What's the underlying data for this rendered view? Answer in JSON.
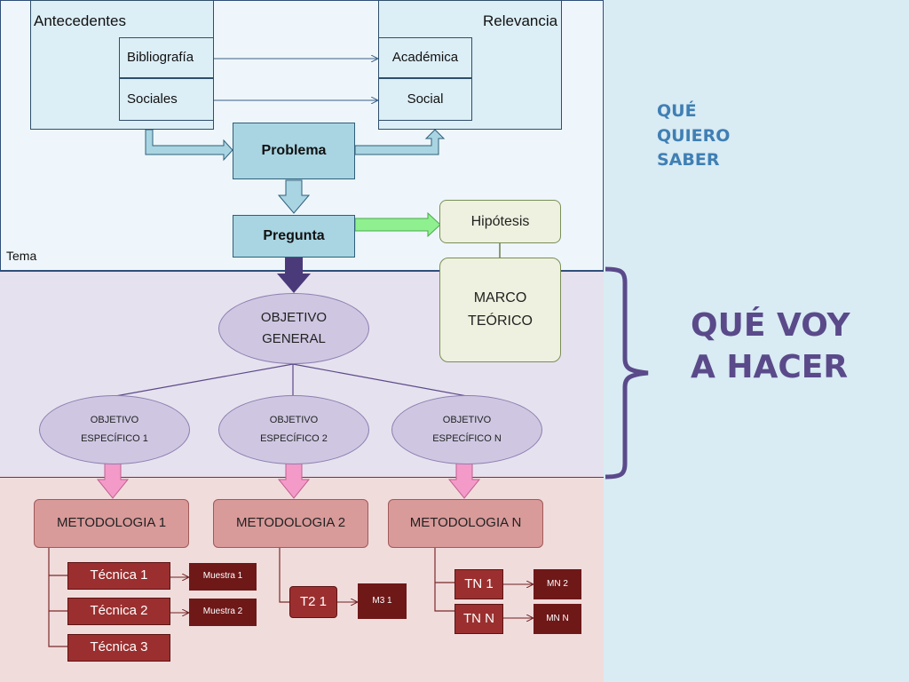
{
  "diagram": {
    "tema": "Tema",
    "antecedentes": {
      "title": "Antecedentes",
      "items": [
        "Bibliografía",
        "Sociales"
      ]
    },
    "relevancia": {
      "title": "Relevancia",
      "items": [
        "Académica",
        "Social"
      ]
    },
    "problema": "Problema",
    "pregunta": "Pregunta",
    "hipotesis": "Hipótesis",
    "marco_teorico": "MARCO TEÓRICO",
    "objetivo_general": "OBJETIVO GENERAL",
    "objetivos_especificos": [
      "OBJETIVO ESPECÍFICO 1",
      "OBJETIVO ESPECÍFICO 2",
      "OBJETIVO ESPECÍFICO N"
    ],
    "metodologias": [
      "METODOLOGIA 1",
      "METODOLOGIA 2",
      "METODOLOGIA N"
    ],
    "tecnicas_1": [
      "Técnica 1",
      "Técnica 2",
      "Técnica 3"
    ],
    "muestras_1": [
      "Muestra 1",
      "Muestra 2"
    ],
    "tecnica_2": "T2 1",
    "muestra_2": "M3 1",
    "tecnicas_n": [
      "TN 1",
      "TN N"
    ],
    "muestras_n": [
      "MN 2",
      "MN N"
    ]
  },
  "side_labels": {
    "que_quiero_saber": "QUÉ QUIERO SABER",
    "que_voy_a_hacer": "QUÉ VOY A HACER"
  },
  "colors": {
    "top_band": "#eef6fb",
    "middle_band": "#e6e1ee",
    "bottom_band": "#f1dcdc",
    "side_panel": "#d9ebf3",
    "accent_blue": "#3f7fb4",
    "accent_purple": "#5a4a8a"
  }
}
